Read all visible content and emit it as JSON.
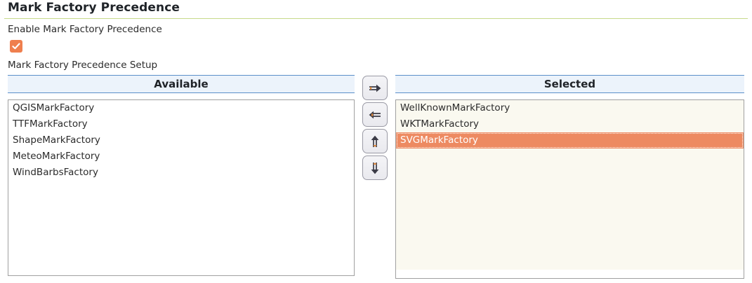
{
  "panel": {
    "title": "Mark Factory Precedence",
    "enable_label": "Enable Mark Factory Precedence",
    "enable_checked": true,
    "setup_label": "Mark Factory Precedence Setup"
  },
  "available": {
    "header": "Available",
    "items": [
      "QGISMarkFactory",
      "TTFMarkFactory",
      "ShapeMarkFactory",
      "MeteoMarkFactory",
      "WindBarbsFactory"
    ]
  },
  "selected": {
    "header": "Selected",
    "items": [
      {
        "label": "WellKnownMarkFactory",
        "highlighted": false
      },
      {
        "label": "WKTMarkFactory",
        "highlighted": false
      },
      {
        "label": "SVGMarkFactory",
        "highlighted": true
      }
    ]
  },
  "transfer_buttons": [
    {
      "name": "move-right-button",
      "glyph": "⇒"
    },
    {
      "name": "move-left-button",
      "glyph": "⇐"
    },
    {
      "name": "move-up-button",
      "glyph": "⇑"
    },
    {
      "name": "move-down-button",
      "glyph": "⇓"
    }
  ],
  "colors": {
    "accent_orange": "#ef7f4e",
    "highlight_orange": "#ed8a61",
    "header_blue_bg": "#ecf3fb",
    "header_blue_border": "#5b8fc9",
    "rule_green": "#c6d98a",
    "selected_list_bg": "#faf9f0"
  }
}
